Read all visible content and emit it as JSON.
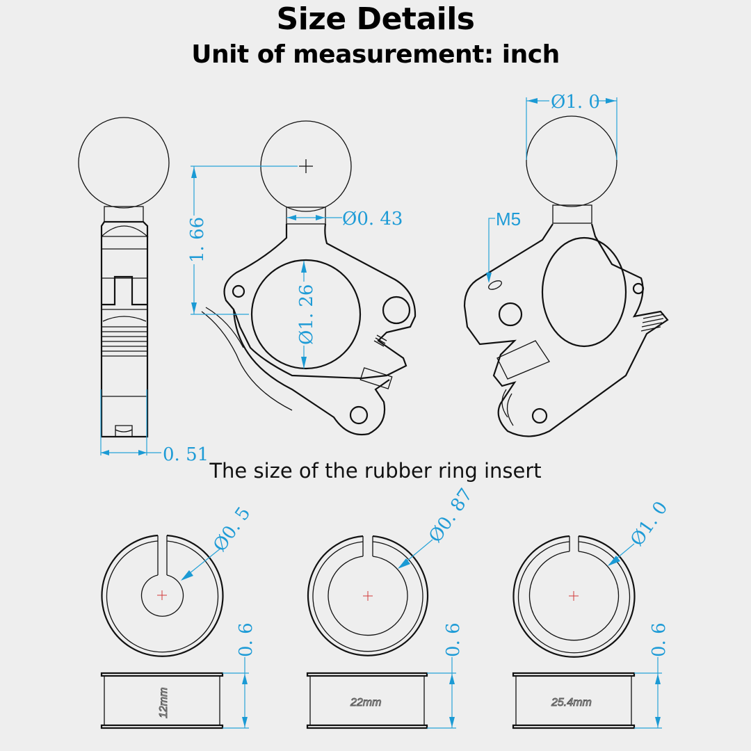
{
  "header": {
    "title": "Size Details",
    "subtitle": "Unit of measurement: inch"
  },
  "section_label": "The size of the rubber ring insert",
  "colors": {
    "background": "#eeeeee",
    "dimension": "#1e9bd6",
    "outline": "#111111",
    "center_mark": "#d23a3a"
  },
  "clamp_dimensions": {
    "side_width": "0. 51",
    "ball_to_clamp_height": "1. 66",
    "neck_diameter": "Ø0. 43",
    "clamp_inner_diameter": "Ø1. 26",
    "ball_diameter": "Ø1. 0",
    "thread": "M5"
  },
  "rings": [
    {
      "inner_diameter": "Ø0. 5",
      "height": "0. 6",
      "size_label": "12mm"
    },
    {
      "inner_diameter": "Ø0. 87",
      "height": "0. 6",
      "size_label": "22mm"
    },
    {
      "inner_diameter": "Ø1. 0",
      "height": "0. 6",
      "size_label": "25.4mm"
    }
  ]
}
